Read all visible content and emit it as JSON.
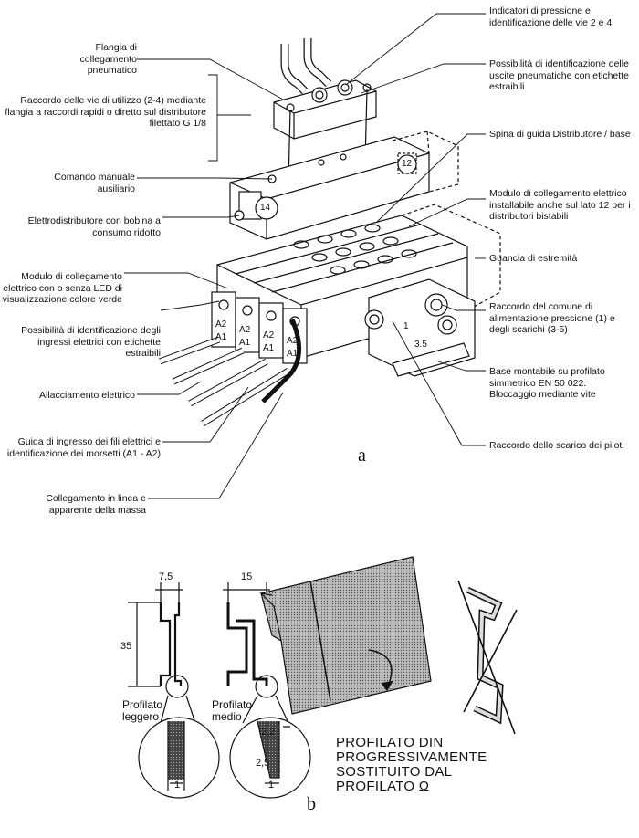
{
  "figure_a": {
    "letter": "a",
    "left_labels": [
      "Flangia di collegamento pneumatico",
      "Raccordo delle vie di utilizzo (2-4) mediante flangia a raccordi rapidi o diretto sul distributore filettato G 1/8",
      "Comando manuale ausiliario",
      "Elettrodistributore con bobina a consumo ridotto",
      "Modulo di collegamento elettrico con o senza LED di visualizzazione colore verde",
      "Possibilità di identificazione degli ingressi elettrici con etichette estraibili",
      "Allacciamento elettrico",
      "Guida di ingresso dei fili elettrici e identificazione dei morsetti (A",
      "Collegamento in linea e apparente della massa"
    ],
    "terminal_suffix": "1 - A2)",
    "right_labels": [
      "Indicatori di pressione e identificazione delle vie 2 e 4",
      "Possibilità di identificazione delle uscite pneumatiche con etichette estraibili",
      "Spina di guida Distributore / base",
      "Modulo di collegamento elettrico installabile anche sul lato 12 per i distributori bistabili",
      "Guancia di estremità",
      "Raccordo del comune di alimentazione pressione (1) e degli scarichi (3-5)",
      "Base montabile su profilato simmetrico EN 50 022. Bloccaggio mediante vite",
      "Raccordo dello scarico dei piloti"
    ],
    "device_marks": [
      "12",
      "14",
      "1",
      "3.5",
      "A2",
      "A1",
      "A2",
      "A1",
      "A2",
      "A1",
      "A2",
      "A1"
    ]
  },
  "figure_b": {
    "letter": "b",
    "dims": [
      "7,5",
      "15",
      "35",
      "2,2",
      "2,5",
      "1",
      "1"
    ],
    "profile_labels": [
      "Profilato leggero",
      "Profilato medio"
    ],
    "note": "PROFILATO DIN PROGRESSIVAMENTE SOSTITUITO DAL PROFILATO Ω"
  }
}
